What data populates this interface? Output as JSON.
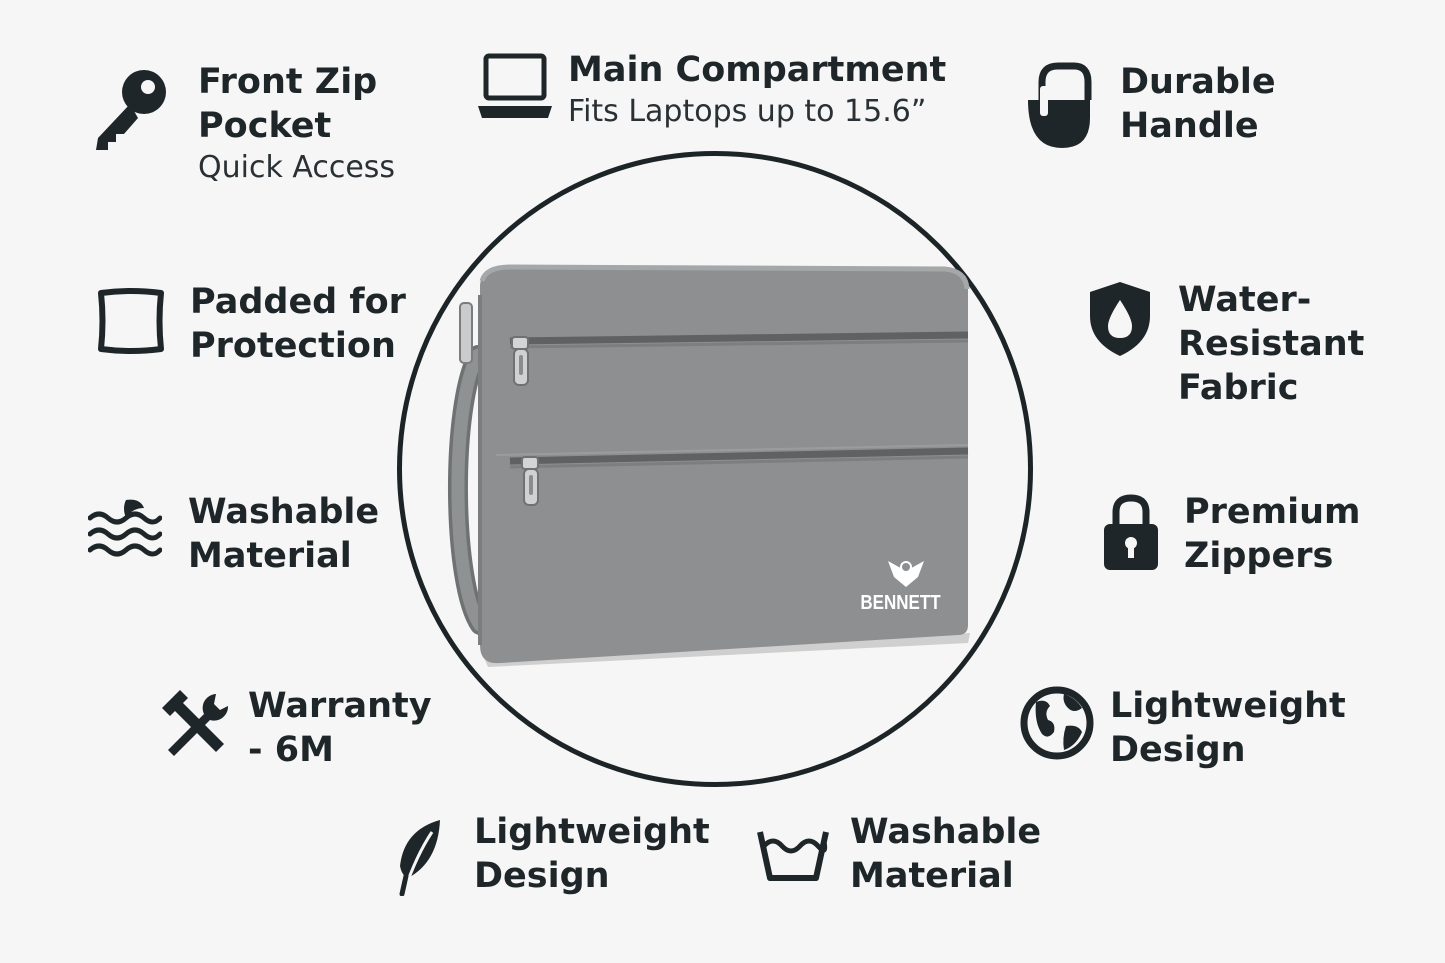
{
  "features": {
    "front_zip": {
      "title_1": "Front Zip",
      "title_2": "Pocket",
      "sub": "Quick Access",
      "icon": "key-icon"
    },
    "main_compartment": {
      "title": "Main Compartment",
      "sub": "Fits Laptops up to 15.6”",
      "icon": "laptop-icon"
    },
    "durable_handle": {
      "title_1": "Durable",
      "title_2": "Handle",
      "icon": "handle-icon"
    },
    "padded": {
      "title_1": "Padded for",
      "title_2": "Protection",
      "icon": "padding-square-icon"
    },
    "water_resistant": {
      "title_1": "Water-",
      "title_2": "Resistant",
      "title_3": "Fabric",
      "icon": "shield-drop-icon"
    },
    "washable_left": {
      "title_1": "Washable",
      "title_2": "Material",
      "icon": "water-waves-icon"
    },
    "premium_zippers": {
      "title_1": "Premium",
      "title_2": "Zippers",
      "icon": "padlock-icon"
    },
    "warranty": {
      "title_1": "Warranty",
      "title_2": "- 6M",
      "icon": "tools-icon"
    },
    "lightweight_right": {
      "title_1": "Lightweight",
      "title_2": "Design",
      "icon": "globe-icon"
    },
    "lightweight_bottom": {
      "title_1": "Lightweight",
      "title_2": "Design",
      "icon": "feather-icon"
    },
    "washable_bottom": {
      "title_1": "Washable",
      "title_2": "Material",
      "icon": "wash-tub-icon"
    }
  },
  "product": {
    "brand": "BENNETT"
  },
  "colors": {
    "ink": "#1f2629",
    "sleeve": "#8e9091",
    "sleeve_dark": "#6b6d6e",
    "background": "#f6f6f6"
  }
}
